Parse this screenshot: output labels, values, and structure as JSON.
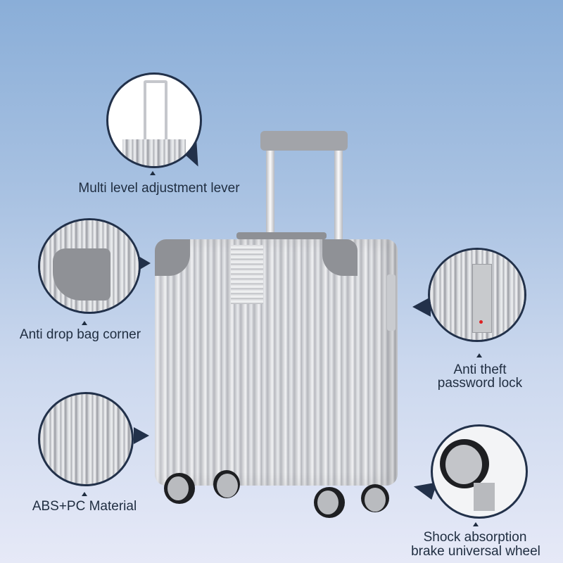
{
  "image": {
    "subject": "silver ribbed hard-shell carry-on suitcase with telescopic handle and four spinner wheels",
    "background_gradient": [
      "#8aaed8",
      "#e6e9f7"
    ],
    "text_color": "#1f2d40",
    "bubble_border_color": "#22314a"
  },
  "callouts": [
    {
      "id": "lever",
      "label": "Multi level adjustment lever",
      "detail": "telescopic trolley handle"
    },
    {
      "id": "corner",
      "label": "Anti drop bag corner",
      "detail": "grey protective corner with rivets"
    },
    {
      "id": "lock",
      "label_line1": "Anti theft",
      "label_line2": "password lock",
      "detail": "TSA combination lock with zipper pulls"
    },
    {
      "id": "material",
      "label": "ABS+PC Material",
      "detail": "vertical ribbed shell texture"
    },
    {
      "id": "wheel",
      "label_line1": "Shock absorption",
      "label_line2": "brake universal wheel",
      "detail": "spinner wheel close-up"
    }
  ]
}
